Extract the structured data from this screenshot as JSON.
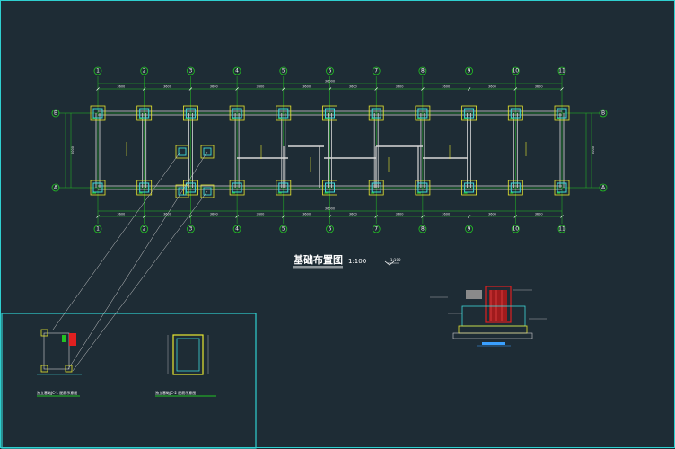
{
  "plan": {
    "title": "基础布置图",
    "scale": "1:100",
    "scale_note": "1:100",
    "column_axes": [
      "1",
      "2",
      "3",
      "4",
      "5",
      "6",
      "7",
      "8",
      "9",
      "10",
      "11"
    ],
    "row_axes_top": "B",
    "row_axes_bottom": "A",
    "total_dim": "36000",
    "span_dim": "3600",
    "depth_dim": "6000"
  },
  "details": {
    "detail_a_caption": "独立基础JC-1 配筋示意图",
    "detail_b_caption": "独立基础JC-2 配筋示意图"
  },
  "colors": {
    "background": "#1e2c35",
    "frame": "#2fd0d0",
    "axis_green": "#22c322",
    "beam_white": "#d8d8d8",
    "column_cyan": "#3fd8d8",
    "column_yellow": "#e8e830",
    "rebar_red": "#e02020",
    "accent_blue": "#3aa0ff"
  }
}
